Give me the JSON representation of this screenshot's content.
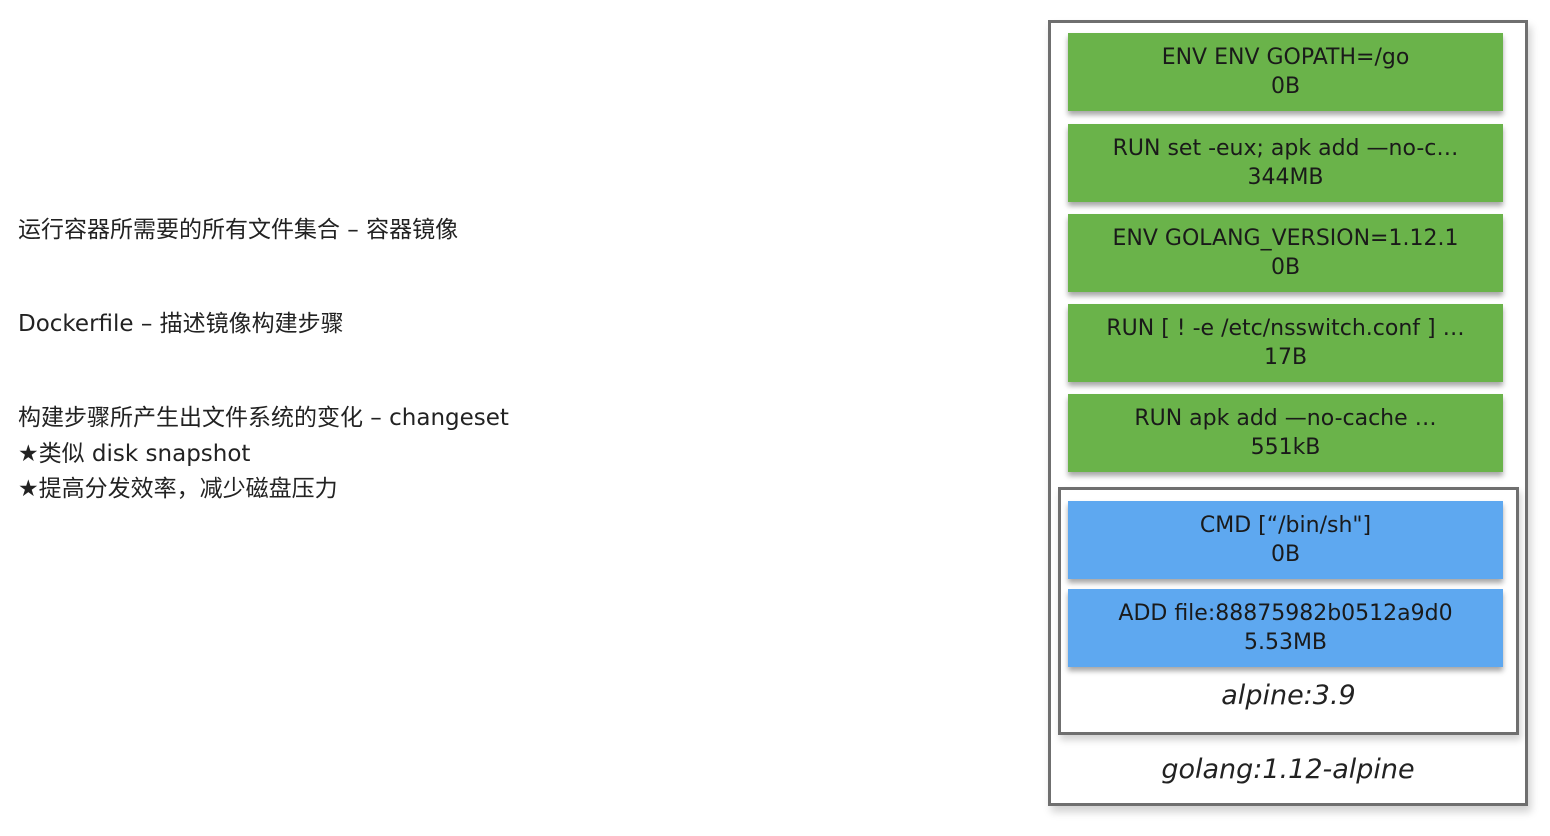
{
  "left_text": {
    "line1": "运行容器所需要的所有文件集合 – 容器镜像",
    "line2": "Dockerfile – 描述镜像构建步骤",
    "line3": "构建步骤所产生出文件系统的变化 – changeset",
    "line4": "★类似 disk snapshot",
    "line5": "★提高分发效率，减少磁盘压力"
  },
  "layers": [
    {
      "command": "ENV ENV GOPATH=/go",
      "size": "0B"
    },
    {
      "command": "RUN set -eux;  apk add —no-c…",
      "size": "344MB"
    },
    {
      "command": "ENV GOLANG_VERSION=1.12.1",
      "size": "0B"
    },
    {
      "command": "RUN [ ! -e /etc/nsswitch.conf ] …",
      "size": "17B"
    },
    {
      "command": "RUN apk add —no-cache …",
      "size": "551kB"
    },
    {
      "command": "CMD [“/bin/sh\"]",
      "size": "0B"
    },
    {
      "command": "ADD file:88875982b0512a9d0",
      "size": "5.53MB"
    }
  ],
  "base_image_label": "alpine:3.9",
  "outer_image_label": "golang:1.12-alpine",
  "colors": {
    "golang_layer": "#6ab34a",
    "alpine_layer": "#5ea8f0",
    "border": "#6f6f6f"
  }
}
